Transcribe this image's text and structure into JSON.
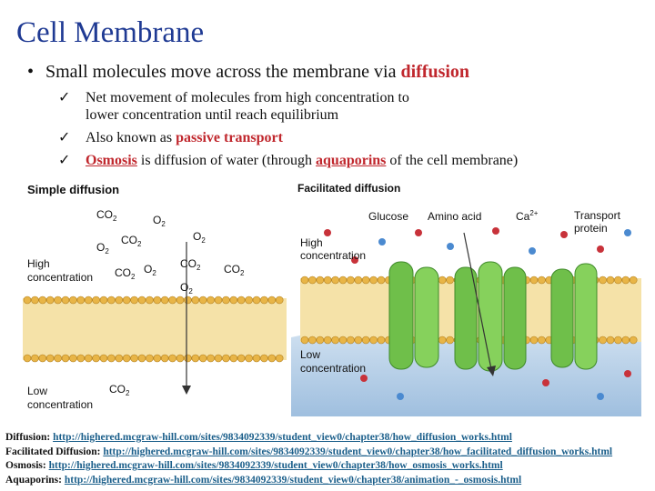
{
  "title": "Cell Membrane",
  "bullet": {
    "prefix": "Small molecules move across the membrane via ",
    "highlight": "diffusion"
  },
  "subpoints": {
    "p1_line1": "Net movement of molecules from high concentration to",
    "p1_line2": "lower concentration until reach equilibrium",
    "p2_prefix": "Also known as ",
    "p2_highlight": "passive transport",
    "p3_highlight1": "Osmosis",
    "p3_mid": " is diffusion of water (through ",
    "p3_highlight2": "aquaporins",
    "p3_suffix": " of the cell membrane)"
  },
  "figure": {
    "simple_title": "Simple diffusion",
    "facilitated_title": "Facilitated diffusion",
    "co2": "CO",
    "o2": "O",
    "sub2": "2",
    "high_conc_line1": "High",
    "high_conc_line2": "concentration",
    "low_conc_line1": "Low",
    "low_conc_line2": "concentration",
    "glucose": "Glucose",
    "amino_acid": "Amino acid",
    "ca": "Ca",
    "ca_sup": "2+",
    "transport_line1": "Transport",
    "transport_line2": "protein"
  },
  "links": [
    {
      "label": "Diffusion:",
      "url": "http://highered.mcgraw-hill.com/sites/9834092339/student_view0/chapter38/how_diffusion_works.html"
    },
    {
      "label": "Facilitated Diffusion:",
      "url": "http://highered.mcgraw-hill.com/sites/9834092339/student_view0/chapter38/how_facilitated_diffusion_works.html"
    },
    {
      "label": "Osmosis:",
      "url": "http://highered.mcgraw-hill.com/sites/9834092339/student_view0/chapter38/how_osmosis_works.html"
    },
    {
      "label": "Aquaporins:",
      "url": "http://highered.mcgraw-hill.com/sites/9834092339/student_view0/chapter38/animation_-_osmosis.html"
    }
  ],
  "colors": {
    "title": "#1f3a93",
    "highlight": "#c0272d",
    "membrane_head": "#e8b547",
    "protein": "#6fbf4a",
    "cytoplasm": "#b9d3ea"
  }
}
